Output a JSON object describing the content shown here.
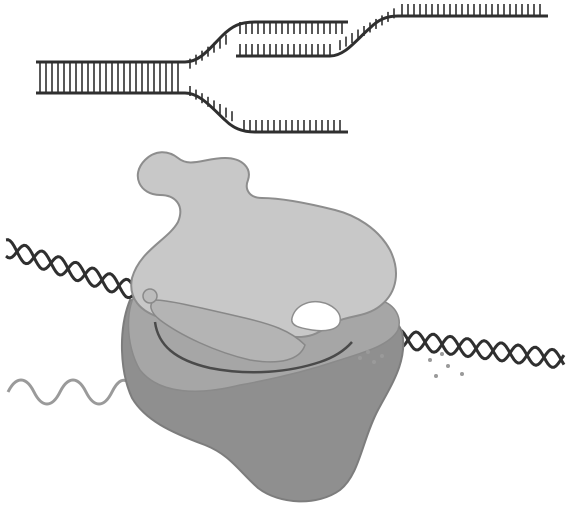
{
  "figure": {
    "description_free": true,
    "colors": {
      "background": "#ffffff",
      "strand": "#2f2f2f",
      "enzyme_light": "#c8c8c8",
      "enzyme_mid": "#acacac",
      "enzyme_dark": "#8f8f8f",
      "outline": "#7d7d7d"
    },
    "components": [
      {
        "name": "replication-fork",
        "kind": "dna-ladder"
      },
      {
        "name": "double-helix",
        "kind": "dna-helix"
      },
      {
        "name": "rna-polymerase",
        "kind": "enzyme"
      },
      {
        "name": "rna-transcript",
        "kind": "wavy-strand"
      },
      {
        "name": "nucleotides",
        "kind": "dots"
      }
    ]
  }
}
